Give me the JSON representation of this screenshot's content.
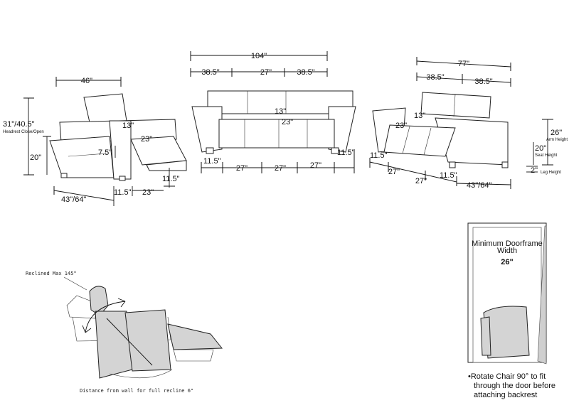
{
  "chair_dims": {
    "width_top": "46\"",
    "height": "31\"/40.5\"",
    "height_note": "Headrest Close/Open",
    "seat_height": "20\"",
    "armrest_gap": "7.5\"",
    "depth": "43\"/64\"",
    "arm_width": "11.5\"",
    "seat_depth": "23\"",
    "seat_front": "11.5\"",
    "arm_right": "11.5\"",
    "back_label": "13\"",
    "seat_label": "23\""
  },
  "sofa_dims": {
    "total_width": "104\"",
    "segment_left": "38.5\"",
    "segment_mid": "27\"",
    "segment_right": "38.5\"",
    "arm_left": "11.5\"",
    "seat_1": "27\"",
    "seat_2": "27\"",
    "seat_3": "27\"",
    "arm_right": "11.5\"",
    "back_label": "13\"",
    "seat_label": "23\""
  },
  "loveseat_dims": {
    "total_width": "77\"",
    "segment_left": "38.5\"",
    "segment_right": "38.5\"",
    "arm_left": "11.5\"",
    "seat_1": "27\"",
    "seat_2": "27\"",
    "arm_right": "11.5\"",
    "depth": "43\"/64\"",
    "back_label": "13\"",
    "seat_label": "23\""
  },
  "side_dims": {
    "arm_height": "26\"",
    "arm_height_note": "Arm Height",
    "seat_height": "20\"",
    "seat_height_note": "Seat Height",
    "leg_height": "2\"",
    "leg_height_note": "Leg Height"
  },
  "recline": {
    "label": "Reclined Max 145°",
    "wall_note": "Distance from wall for full recline 6\""
  },
  "doorframe": {
    "title": "Minimum Doorframe Width",
    "width": "26\"",
    "note_line1": "•Rotate Chair 90° to fit",
    "note_line2": "through the door before",
    "note_line3": "attaching backrest"
  }
}
